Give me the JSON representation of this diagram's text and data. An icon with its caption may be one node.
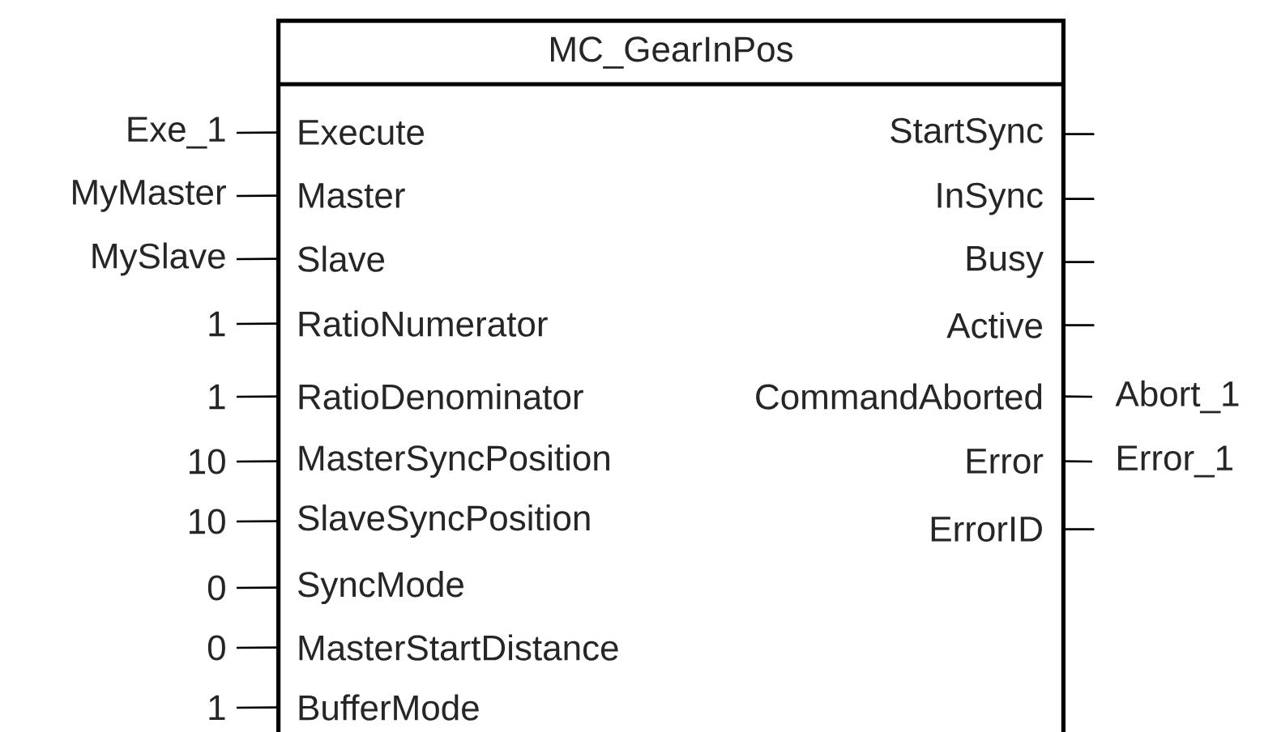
{
  "diagram": {
    "nodes": [
      {
        "text": [
          "MC_GearInPos"
        ]
      },
      {
        "text": [
          "Execute"
        ],
        "in": 0
      },
      {
        "text": [
          "Master"
        ],
        "in": 0
      },
      {
        "text": [
          "Slave"
        ],
        "in": 0
      },
      {
        "text": [
          "RatioNumerator"
        ],
        "in": 0
      },
      {
        "text": [
          "RatioDenominator"
        ],
        "in": 0
      },
      {
        "text": [
          "MasterSyncPosition"
        ],
        "in": 0
      },
      {
        "text": [
          "SlaveSyncPosition"
        ],
        "in": 0
      },
      {
        "text": [
          "SyncMode"
        ],
        "in": 0
      },
      {
        "text": [
          "MasterStartDistance"
        ],
        "in": 0
      },
      {
        "text": [
          "BufferMode"
        ],
        "in": 0
      },
      {
        "text": [
          "StartSync"
        ],
        "in": 0
      },
      {
        "text": [
          "InSync"
        ],
        "in": 0
      },
      {
        "text": [
          "Busy"
        ],
        "in": 0
      },
      {
        "text": [
          "Active"
        ],
        "in": 0
      },
      {
        "text": [
          "CommandAborted"
        ],
        "in": 0
      },
      {
        "text": [
          "Error"
        ],
        "in": 0
      },
      {
        "text": [
          "ErrorID"
        ],
        "in": 0
      },
      {
        "text": [
          "Exe_1"
        ]
      },
      {
        "text": [
          "MyMaster"
        ]
      },
      {
        "text": [
          "MySlave"
        ]
      },
      {
        "text": [
          "1"
        ]
      },
      {
        "text": [
          "1"
        ]
      },
      {
        "text": [
          "10"
        ]
      },
      {
        "text": [
          "10"
        ]
      },
      {
        "text": [
          "0"
        ]
      },
      {
        "text": [
          "0"
        ]
      },
      {
        "text": [
          "1"
        ]
      },
      {
        "text": [
          "Abort_1"
        ]
      },
      {
        "text": [
          "Error_1"
        ]
      }
    ],
    "edges": [
      {
        "from": 18,
        "to": 1,
        "arrow": "none"
      },
      {
        "from": 19,
        "to": 2,
        "arrow": "none"
      },
      {
        "from": 20,
        "to": 3,
        "arrow": "none"
      },
      {
        "from": 21,
        "to": 4,
        "arrow": "none"
      },
      {
        "from": 22,
        "to": 5,
        "arrow": "none"
      },
      {
        "from": 23,
        "to": 6,
        "arrow": "none"
      },
      {
        "from": 24,
        "to": 7,
        "arrow": "none"
      },
      {
        "from": 25,
        "to": 8,
        "arrow": "none"
      },
      {
        "from": 26,
        "to": 9,
        "arrow": "none"
      },
      {
        "from": 27,
        "to": 10,
        "arrow": "none"
      },
      {
        "from": 11,
        "to": null,
        "arrow": "none"
      },
      {
        "from": 12,
        "to": null,
        "arrow": "none"
      },
      {
        "from": 13,
        "to": null,
        "arrow": "none"
      },
      {
        "from": 14,
        "to": null,
        "arrow": "none"
      },
      {
        "from": 15,
        "to": 28,
        "arrow": "none"
      },
      {
        "from": 16,
        "to": 29,
        "arrow": "none"
      },
      {
        "from": 17,
        "to": null,
        "arrow": "none"
      }
    ]
  }
}
